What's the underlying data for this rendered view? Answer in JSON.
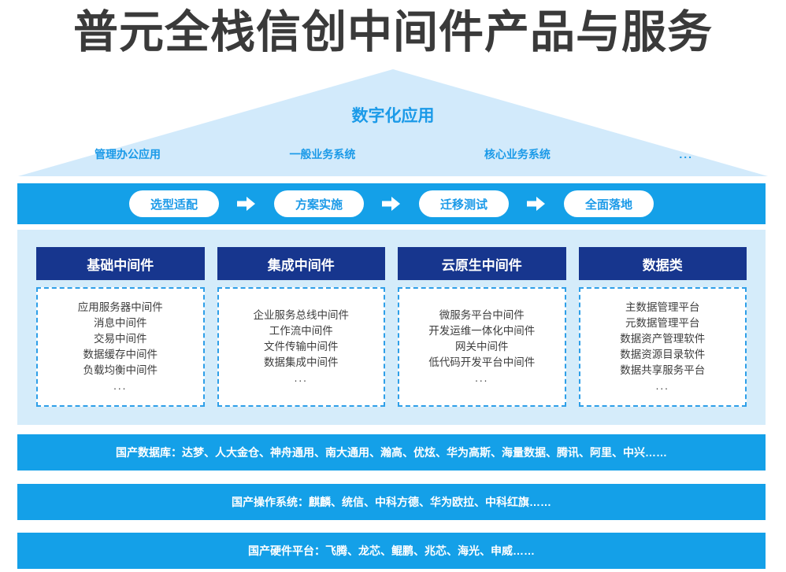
{
  "page_title": "普元全栈信创中间件产品与服务",
  "roof": {
    "title": "数字化应用",
    "items": [
      {
        "label": "管理办公应用"
      },
      {
        "label": "一般业务系统"
      },
      {
        "label": "核心业务系统"
      },
      {
        "label": "..."
      }
    ]
  },
  "process": {
    "steps": [
      {
        "label": "选型适配"
      },
      {
        "label": "方案实施"
      },
      {
        "label": "迁移测试"
      },
      {
        "label": "全面落地"
      }
    ],
    "arrow_icon": "arrow-right-icon"
  },
  "cards": [
    {
      "header": "基础中间件",
      "items": [
        "应用服务器中间件",
        "消息中间件",
        "交易中间件",
        "数据缓存中间件",
        "负载均衡中间件",
        "..."
      ]
    },
    {
      "header": "集成中间件",
      "items": [
        "企业服务总线中间件",
        "工作流中间件",
        "文件传输中间件",
        "数据集成中间件",
        "..."
      ]
    },
    {
      "header": "云原生中间件",
      "items": [
        "微服务平台中间件",
        "开发运维一体化中间件",
        "网关中间件",
        "低代码开发平台中间件",
        "..."
      ]
    },
    {
      "header": "数据类",
      "items": [
        "主数据管理平台",
        "元数据管理平台",
        "数据资产管理软件",
        "数据资源目录软件",
        "数据共享服务平台",
        "..."
      ]
    }
  ],
  "stack_bars": [
    {
      "text": "国产数据库：达梦、人大金仓、神舟通用、南大通用、瀚高、优炫、华为高斯、海量数据、腾讯、阿里、中兴……"
    },
    {
      "text": "国产操作系统：麒麟、统信、中科方德、华为欧拉、中科红旗……"
    },
    {
      "text": "国产硬件平台：飞腾、龙芯、鲲鹏、兆芯、海光、申威……"
    }
  ],
  "colors": {
    "title_text": "#3a3a3a",
    "accent_blue": "#14a0e8",
    "roof_fill": "#d2eafb",
    "roof_text": "#1b9ae8",
    "panel_bg": "#d5ecfa",
    "card_header_bg": "#17368e",
    "card_border": "#2e9fe8",
    "card_text": "#3d3d3d",
    "white": "#ffffff"
  }
}
